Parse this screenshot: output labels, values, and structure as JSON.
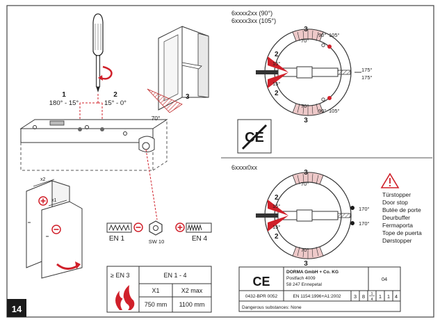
{
  "page_number": "14",
  "steps": {
    "s1": "1",
    "s1_range": "180° - 15°",
    "s2": "2",
    "s2_range": "15° - 0°",
    "s3": "3",
    "s3_angle": "70°"
  },
  "mid_left": {
    "sw": "SW 10",
    "en1": "EN 1",
    "en4": "EN 4",
    "x1": "x1",
    "x2": "x2"
  },
  "fire_table": {
    "en3": "≥ EN 3",
    "range": "EN 1 - 4",
    "col_x1": "X1",
    "col_x2": "X2 max",
    "val_x1": "750 mm",
    "val_x2": "1100 mm"
  },
  "models_top": {
    "line1": "6xxxx2xx (90°)",
    "line2": "6xxxx3xx (105°)"
  },
  "models_bottom": "6xxxx0xx",
  "dial_top": {
    "n3_top": "3",
    "a70_top": "70°",
    "a90_top": "90°",
    "a105_top": "105°",
    "n2_top": "2",
    "a15_top": "15°",
    "a15_bot": "15°",
    "n2_bot": "2",
    "a175_a": "175°",
    "a175_b": "175°",
    "a70_bot": "70°",
    "a90_bot": "90°",
    "a105_bot": "105°",
    "n3_bot": "3"
  },
  "dial_bottom": {
    "n3_top": "3",
    "a70_top": "70°",
    "n2_top": "2",
    "a15_top": "15°",
    "a15_bot": "15°",
    "n2_bot": "2",
    "a170_a": "170°",
    "a170_b": "170°",
    "a70_bot": "70°",
    "n3_bot": "3"
  },
  "warning_terms": [
    "Türstopper",
    "Door stop",
    "Butée de porte",
    "Deurbuffer",
    "Fermaporta",
    "Tope de puerta",
    "Dørstopper"
  ],
  "ce_label": {
    "mark": "CE",
    "company": "DORMA GmbH + Co. KG",
    "addr1": "Postfach 4009",
    "addr2": "58 247 Ennepetal",
    "year": "04",
    "cert": "0432-BPR 0052",
    "standard": "EN 1154:1996+A1:2002",
    "c1": "3",
    "c2": "8",
    "c3a": "1",
    "c3b": "4",
    "c4": "1",
    "c5": "1",
    "c6": "4",
    "dangerous": "Dangerous substances: None"
  },
  "colors": {
    "red": "#d0202a",
    "pink_fill": "#eec9c9",
    "dark": "#1a1a1a",
    "page_badge": "#1a1a1a"
  }
}
